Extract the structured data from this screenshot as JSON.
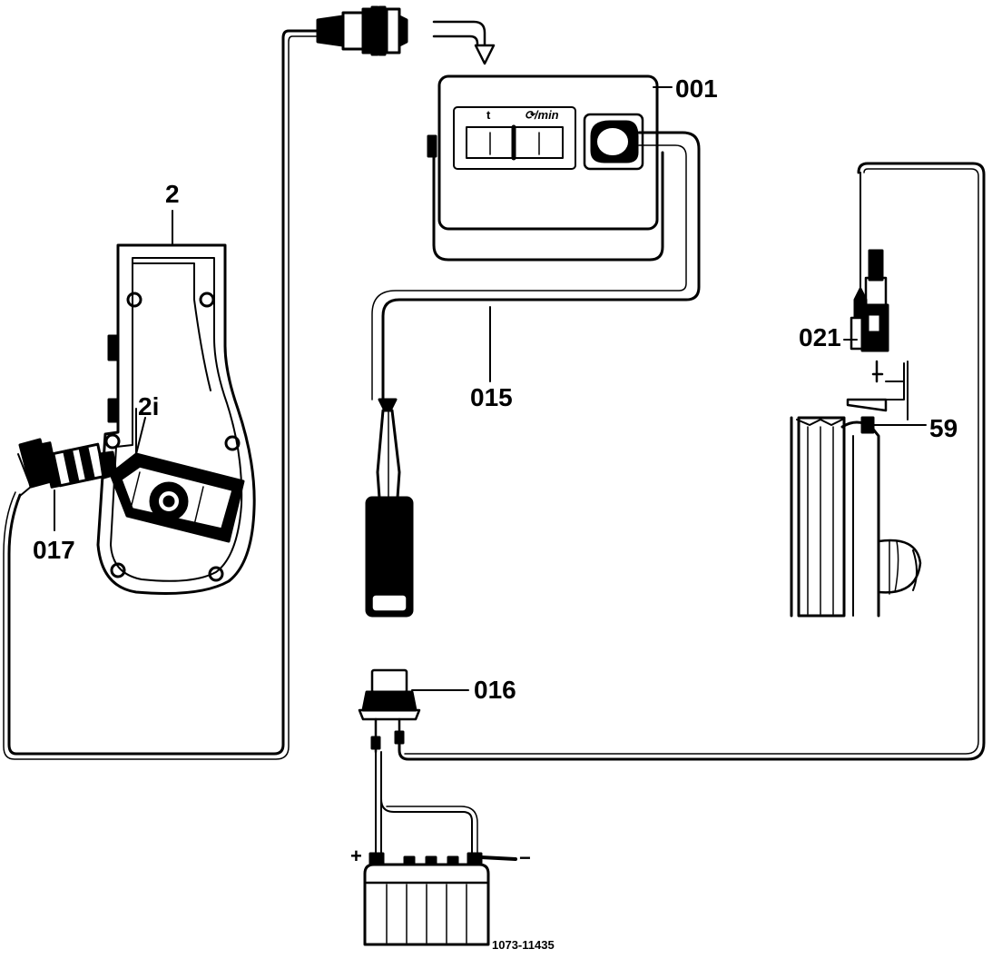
{
  "labels": {
    "tester": "001",
    "cable": "015",
    "clamp": "016",
    "adapter": "017",
    "sensor": "021",
    "part_2": "2",
    "part_2i": "2i",
    "mark": "59",
    "figure_number": "1073-11435"
  },
  "battery": {
    "plus": "+",
    "minus": "−"
  },
  "display": {
    "left_unit": "t",
    "right_unit": "⟳/min"
  },
  "colors": {
    "ink": "#000000",
    "paper": "#ffffff"
  }
}
